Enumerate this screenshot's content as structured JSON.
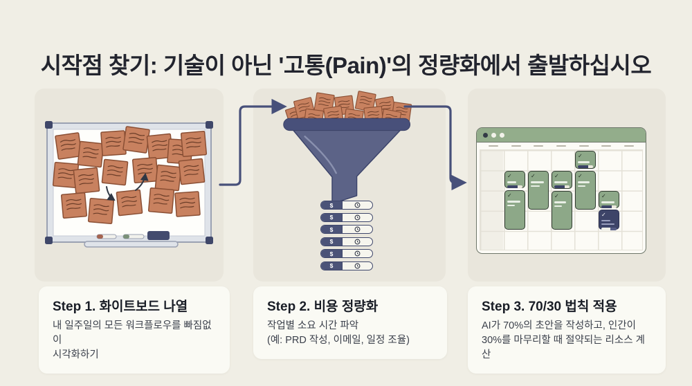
{
  "title": "시작점 찾기: 기술이 아닌 '고통(Pain)'의 정량화에서 출발하십시오",
  "steps": [
    {
      "heading": "Step 1. 화이트보드 나열",
      "body_lines": [
        "내 일주일의 모든 워크플로우를 빠짐없이",
        "시각화하기"
      ],
      "illustration": "whiteboard-with-sticky-notes"
    },
    {
      "heading": "Step 2. 비용 정량화",
      "body_lines": [
        "작업별 소요 시간 파악",
        "(예: PRD 작성, 이메일, 일정 조율)"
      ],
      "illustration": "funnel-with-cost-time-rows"
    },
    {
      "heading": "Step 3. 70/30 법칙 적용",
      "body_lines": [
        "AI가 70%의 초안을 작성하고, 인간이",
        "30%를 마무리할 때 절약되는 리소스 계산"
      ],
      "illustration": "calendar-board-with-task-cards"
    }
  ],
  "funnel": {
    "currency_symbol": "$",
    "row_count": 6,
    "row_icons": [
      "dollar",
      "clock"
    ]
  },
  "board": {
    "check": "✓",
    "card_count_green": 8,
    "card_count_navy": 1,
    "grid_columns": 7
  },
  "colors": {
    "page_bg": "#f0eee5",
    "panel_bg": "#e9e6dc",
    "caption_bg": "#fafaf4",
    "title_text": "#22242e",
    "navy_accent": "#47507a",
    "funnel_body": "#5c6387",
    "sticky_orange": "#c8815f",
    "sticky_outline": "#8a4f34",
    "sage_green": "#93ad8b",
    "task_card_green": "#8da888",
    "task_card_navy": "#3d4468"
  }
}
